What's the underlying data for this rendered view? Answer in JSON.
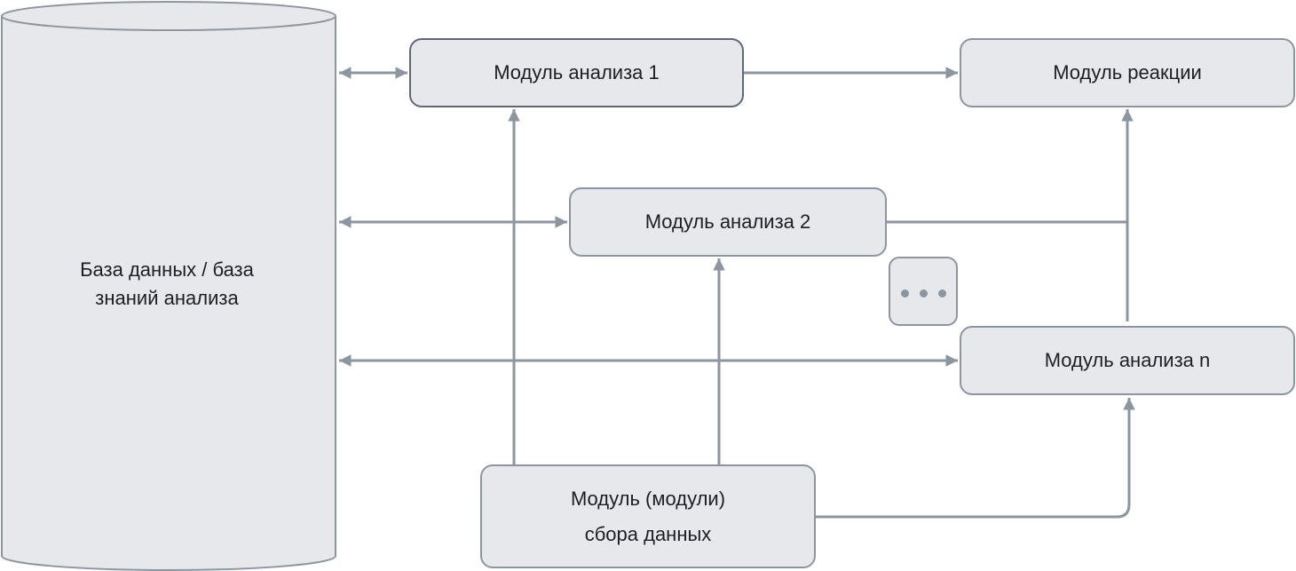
{
  "diagram": {
    "database": {
      "line1": "База данных / база",
      "line2": "знаний анализа"
    },
    "module_analysis_1": "Модуль анализа 1",
    "module_analysis_2": "Модуль анализа 2",
    "module_analysis_n": "Модуль анализа n",
    "module_reaction": "Модуль реакции",
    "module_collection": {
      "line1": "Модуль (модули)",
      "line2": "сбора данных"
    },
    "ellipsis_box": "more-modules"
  },
  "colors": {
    "node_fill": "#e6e8ec",
    "node_border": "#8c96a1",
    "edge": "#8c96a1",
    "text": "#1b1f24"
  }
}
